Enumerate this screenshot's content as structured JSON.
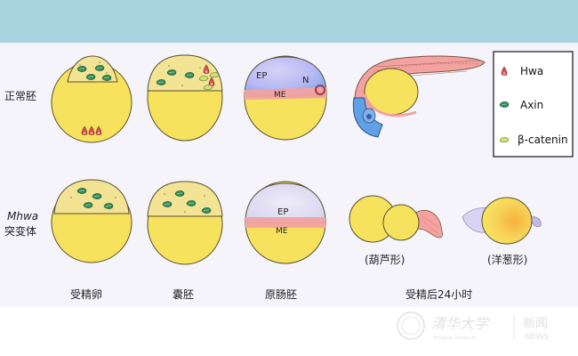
{
  "rows": [
    {
      "label_line1": "正常胚",
      "label_line2": ""
    },
    {
      "label_line1": "Mhwa",
      "label_line2": "突变体"
    }
  ],
  "stages": [
    "受精卵",
    "囊胚",
    "原肠胚",
    "受精后24小时"
  ],
  "normal_gastrula_labels": {
    "ep": "EP",
    "n": "N",
    "me": "ME"
  },
  "mutant_gastrula_labels": {
    "ep": "EP",
    "me": "ME"
  },
  "phenotypes": [
    "(葫芦形)",
    "(洋葱形)"
  ],
  "legend": {
    "items": [
      {
        "name": "Hwa",
        "color": "#d9534f",
        "icon": "hwa-icon"
      },
      {
        "name": "Axin",
        "color": "#2e8b57",
        "icon": "axin-icon"
      },
      {
        "name": "β-catenin",
        "color": "#c9e27a",
        "icon": "beta-catenin-icon"
      }
    ]
  },
  "watermark": {
    "university": "清华大学",
    "university_en": "Tsinghua University",
    "news_cn": "新闻",
    "news_en": "NEWS"
  },
  "colors": {
    "yolk": "#f7e25e",
    "header": "#a9d3de",
    "panel": "#f5f4fb",
    "me": "#f2a2a0",
    "ep": "#b9a9f0"
  }
}
